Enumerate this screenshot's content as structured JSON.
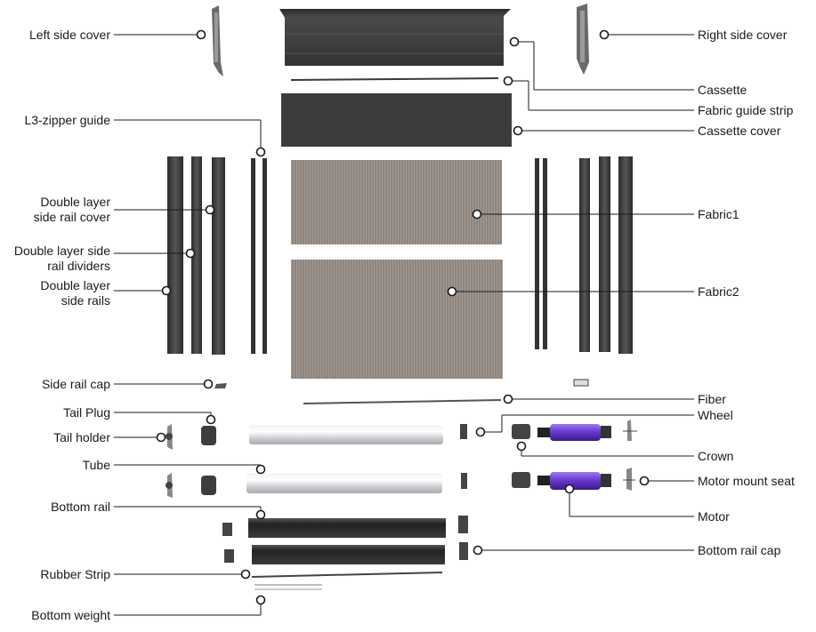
{
  "diagram": {
    "labels": {
      "left_side_cover": "Left side cover",
      "right_side_cover": "Right side cover",
      "cassette": "Cassette",
      "fabric_guide_strip": "Fabric guide strip",
      "l3_zipper_guide": "L3-zipper guide",
      "cassette_cover": "Cassette cover",
      "side_rail_cover_1": "Double layer",
      "side_rail_cover_2": "side rail cover",
      "fabric1": "Fabric1",
      "side_rail_dividers_1": "Double layer side",
      "side_rail_dividers_2": "rail dividers",
      "side_rails_1": "Double layer",
      "side_rails_2": "side rails",
      "fabric2": "Fabric2",
      "side_rail_cap": "Side rail cap",
      "fiber": "Fiber",
      "tail_plug": "Tail Plug",
      "wheel": "Wheel",
      "tail_holder": "Tail holder",
      "crown": "Crown",
      "tube": "Tube",
      "motor_mount_seat": "Motor mount seat",
      "bottom_rail": "Bottom rail",
      "motor": "Motor",
      "bottom_rail_cap": "Bottom rail cap",
      "rubber_strip": "Rubber Strip",
      "bottom_weight": "Bottom weight"
    },
    "colors": {
      "rail_dark": "#3b3b3b",
      "rail_mid": "#5a5a5a",
      "fabric": "#8f8781",
      "tube": "#d8dadc",
      "motor": "#6a3ad0",
      "leader": "#1a1a1a"
    }
  }
}
